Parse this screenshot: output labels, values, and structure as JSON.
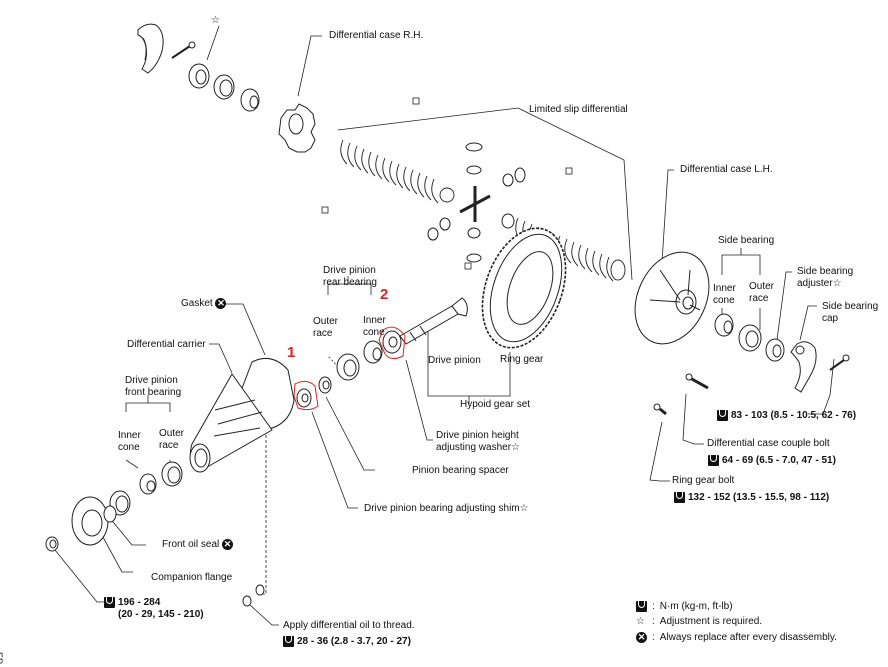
{
  "diagram": {
    "title_labels": {
      "differential_case_rh": "Differential case R.H.",
      "limited_slip_differential": "Limited slip differential",
      "differential_case_lh": "Differential case L.H.",
      "side_bearing": "Side bearing",
      "side_bearing_inner_cone": [
        "Inner",
        "cone"
      ],
      "side_bearing_outer_race": [
        "Outer",
        "race"
      ],
      "side_bearing_adjuster": [
        "Side bearing",
        "adjuster"
      ],
      "side_bearing_cap": [
        "Side bearing",
        "cap"
      ],
      "gasket": "Gasket",
      "differential_carrier": "Differential carrier",
      "drive_pinion_front_bearing": [
        "Drive pinion",
        "front bearing"
      ],
      "front_inner_cone": [
        "Inner",
        "cone"
      ],
      "front_outer_race": [
        "Outer",
        "race"
      ],
      "drive_pinion_rear_bearing": [
        "Drive pinion",
        "rear bearing"
      ],
      "rear_outer_race": [
        "Outer",
        "race"
      ],
      "rear_inner_cone": [
        "Inner",
        "cone"
      ],
      "drive_pinion": "Drive pinion",
      "ring_gear": "Ring gear",
      "hypoid_gear_set": "Hypoid gear set",
      "drive_pinion_height_adjusting_washer": [
        "Drive pinion height",
        "adjusting washer"
      ],
      "pinion_bearing_spacer": "Pinion bearing spacer",
      "drive_pinion_bearing_adjusting_shim": "Drive pinion bearing adjusting shim",
      "front_oil_seal": "Front oil seal",
      "companion_flange": "Companion flange",
      "apply_oil": "Apply differential oil to thread.",
      "differential_case_couple_bolt": "Differential case couple bolt",
      "ring_gear_bolt": "Ring gear bolt"
    },
    "torques": {
      "side_bearing_cap_bolt": "83 - 103 (8.5 - 10.5, 62 - 76)",
      "couple_bolt": "64 - 69 (6.5 - 7.0, 47 - 51)",
      "ring_gear_bolt": "132 - 152 (13.5 - 15.5, 98 - 112)",
      "companion_flange_nut_line1": "196 - 284",
      "companion_flange_nut_line2": "(20 - 29, 145 - 210)",
      "carrier_bolt": "28 - 36 (2.8 - 3.7, 20 - 27)"
    },
    "symbols": {
      "star": "☆",
      "replace": "✕"
    },
    "callouts": {
      "one": "1",
      "two": "2",
      "color": "#e02020"
    },
    "legend": {
      "torque_unit": "N·m (kg-m, ft-lb)",
      "adjustment": "Adjustment is required.",
      "replace": "Always replace after every disassembly.",
      "separator": ":"
    },
    "page_code": "EP"
  }
}
